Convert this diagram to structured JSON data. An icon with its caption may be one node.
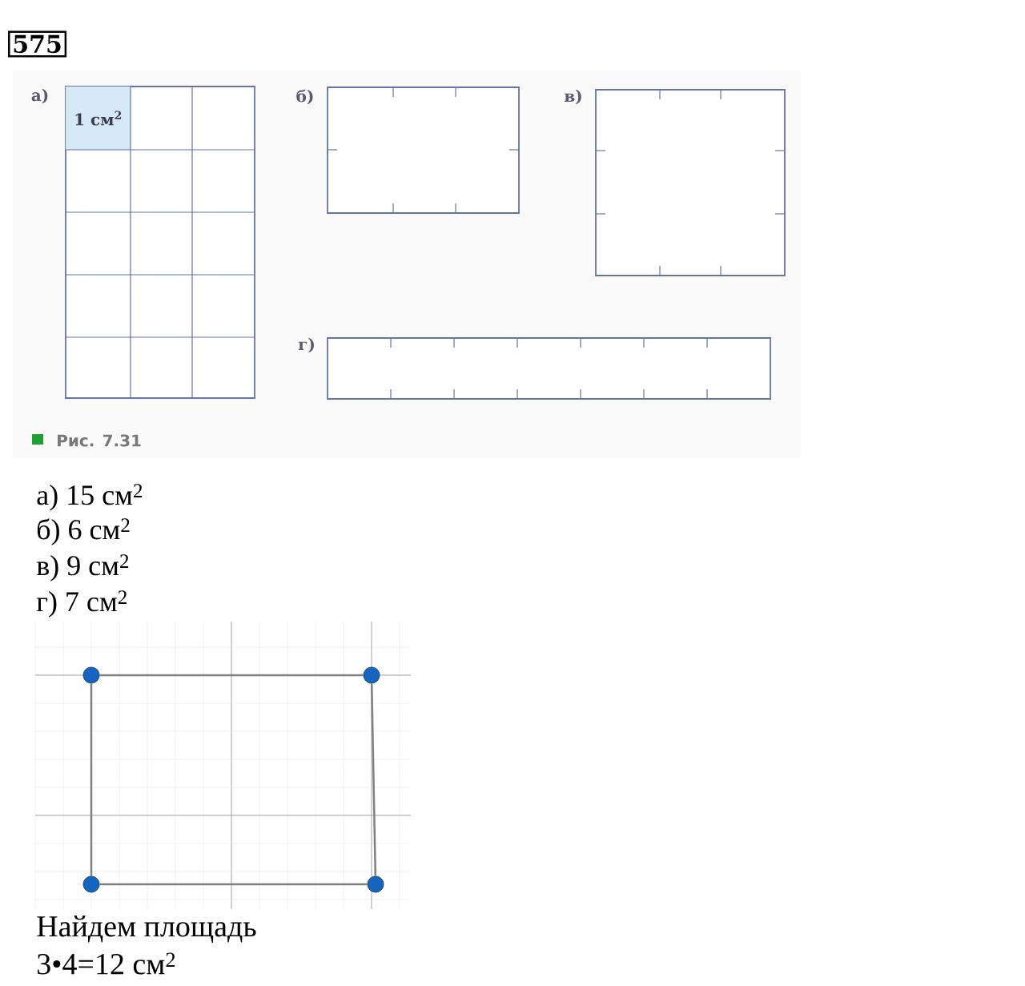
{
  "diagram": {
    "title": "575",
    "nodes": [
      {
        "text": [
          "а)"
        ]
      },
      {
        "text": [
          "1 см$^{2}$"
        ],
        "in": 0
      },
      {
        "text": [
          "б)"
        ]
      },
      {
        "text": [
          "в)"
        ]
      },
      {
        "text": [
          "г)"
        ]
      },
      {
        "text": [],
        "shape": "circle"
      },
      {
        "text": [],
        "shape": "circle"
      },
      {
        "text": [],
        "shape": "circle"
      },
      {
        "text": [],
        "shape": "circle"
      }
    ],
    "edges": [
      {
        "from": 5,
        "to": 6,
        "arrow": "none"
      },
      {
        "from": 6,
        "to": 7,
        "arrow": "none"
      },
      {
        "from": 7,
        "to": 8,
        "arrow": "none"
      },
      {
        "from": 8,
        "to": 5,
        "arrow": "none"
      }
    ],
    "labels": [
      "Рис. 7.31",
      "а) 15 см$^{2}$",
      "б) 6 см$^{2}$",
      "в) 9 см$^{2}$",
      "г) 7 см$^{2}$",
      "Найдем площадь",
      "3•4=12 см$^{2}$"
    ]
  }
}
